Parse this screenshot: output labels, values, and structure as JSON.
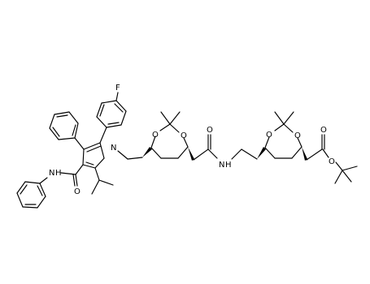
{
  "atoms": {
    "fluorine": "F",
    "pyrrole_nitrogen": "N",
    "amide_nh": "N",
    "amide_h": "H",
    "amide_carbonyl_o": "O",
    "dioxane1_o_left": "O",
    "dioxane1_o_right": "O",
    "linker_carbonyl_o": "O",
    "linker_nh_n": "N",
    "linker_nh_h": "H",
    "dioxane2_o_left": "O",
    "dioxane2_o_right": "O",
    "ester_carbonyl_o": "O",
    "ester_o": "O"
  },
  "colors": {
    "bond": "#000000",
    "label": "#000000",
    "background": "#ffffff"
  }
}
